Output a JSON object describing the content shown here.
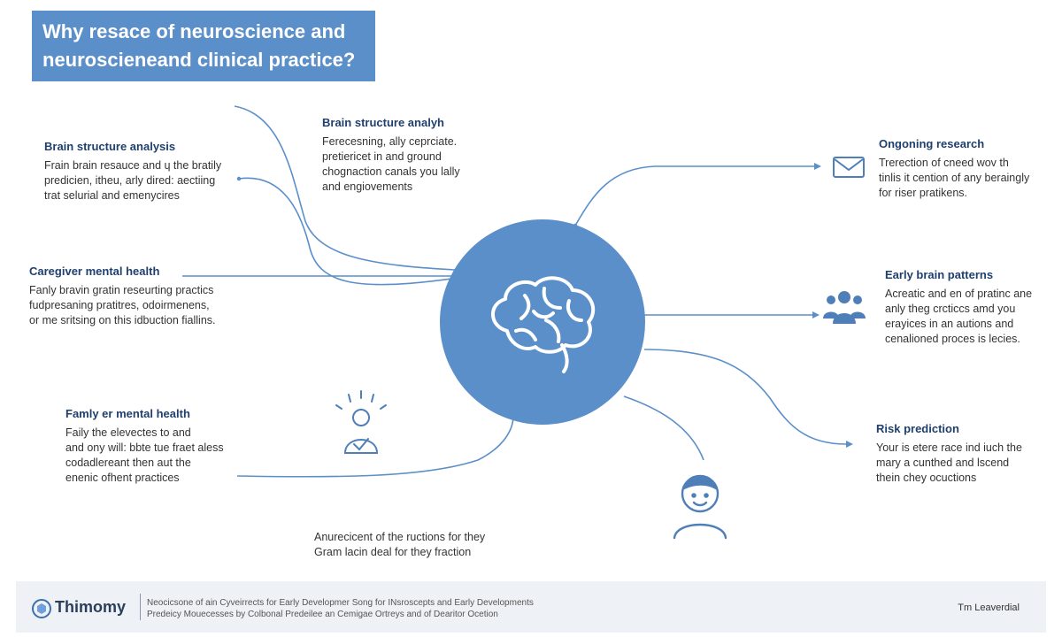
{
  "title": {
    "lines": [
      "Why resace of neuroscience and",
      "neuroscieneand clinical practice?"
    ]
  },
  "blocks": {
    "brain_structure_left": {
      "heading": "Brain structure analysis",
      "lines": [
        "Frain brain resauce and ɥ the bratily",
        "predicien, itheu, arly dired: aectiing",
        "trat selurial and emenycires"
      ]
    },
    "brain_structure_top": {
      "heading": "Brain structure analyh",
      "lines": [
        "Ferecesning, ally ceprciate.",
        "pretiericet in and ground",
        "chognaction canals you lally",
        "and engiovements"
      ]
    },
    "caregiver": {
      "heading": "Caregiver mental health",
      "lines": [
        "Fanly bravin gratin reseurting practics",
        "fudpresaning pratitres, odoirmenens,",
        "or me sritsing on this idbuction fiallins."
      ]
    },
    "family": {
      "heading": "Famly er mental health",
      "lines": [
        "Faily the elevectes to and",
        "and ony will: bbte tue fraet aless",
        "codadlereant then aut the",
        "enenic ofhent practices"
      ]
    },
    "ongoing": {
      "heading": "Ongoning research",
      "lines": [
        "Trerection of cneed wov th",
        "tinlis it cention of any beraingly",
        "for riser pratikens."
      ]
    },
    "early_patterns": {
      "heading": "Early brain patterns",
      "lines": [
        "Acreatic and en of pratinc ane",
        "anly theg crcticcs amd you",
        "erayices in an autions and",
        "cenalioned proces is lecies."
      ]
    },
    "risk": {
      "heading": "Risk prediction",
      "lines": [
        "Your is etere race ind iuch the",
        "mary a cunthed and lscend",
        "thein chey ocuctions"
      ]
    },
    "bottom": {
      "heading": "",
      "lines": [
        "Anurecicent of the ructions for they",
        "Gram lacin deal for they fraction"
      ]
    }
  },
  "footer": {
    "brand": "Thimomy",
    "note_lines": [
      "Neocicsone of ain Cyveirrects for Early Developmer Song for INsroscepts and Early Developments",
      "Predeicy Mouecesses by Colbonal Predeilee an Cemigae Ortreys and of Dearitor Ocetion"
    ],
    "right": "Tm Leaverdial"
  },
  "colors": {
    "accent": "#5b8fc9",
    "heading": "#1f3f6e",
    "connector": "#5b8fc9",
    "footer_bg": "#eef1f5"
  },
  "icons": {
    "hub": "brain-icon",
    "ongoing": "envelope-icon",
    "early_patterns": "people-icon",
    "family": "person-excited-icon",
    "bottom": "child-avatar-icon",
    "footer": "logo-icon"
  }
}
